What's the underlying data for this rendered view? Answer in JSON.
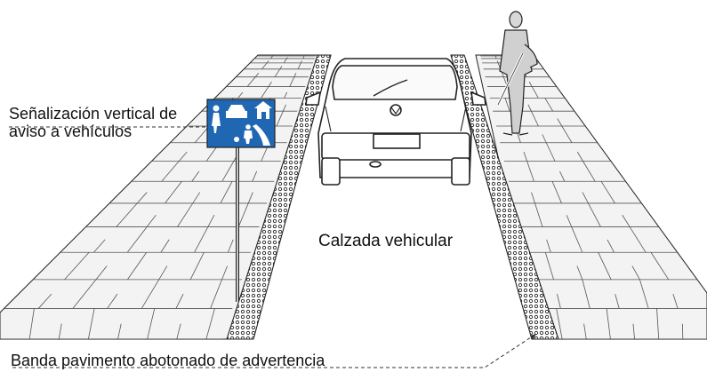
{
  "labels": {
    "vertical_signal": [
      "Señalización vertical de",
      "aviso a vehículos"
    ],
    "roadway": "Calzada vehicular",
    "warning_band": "Banda pavimento abotonado de advertencia"
  },
  "colors": {
    "sign_blue": "#1f67b3",
    "line": "#222222",
    "tile_fill": "#f3f3f3",
    "car_fill": "#ffffff"
  },
  "icons": [
    "pedestrian-icon",
    "car-icon",
    "house-icon",
    "child-icon",
    "ball-icon",
    "person-with-cane-icon",
    "vehicle-emblem-icon"
  ]
}
